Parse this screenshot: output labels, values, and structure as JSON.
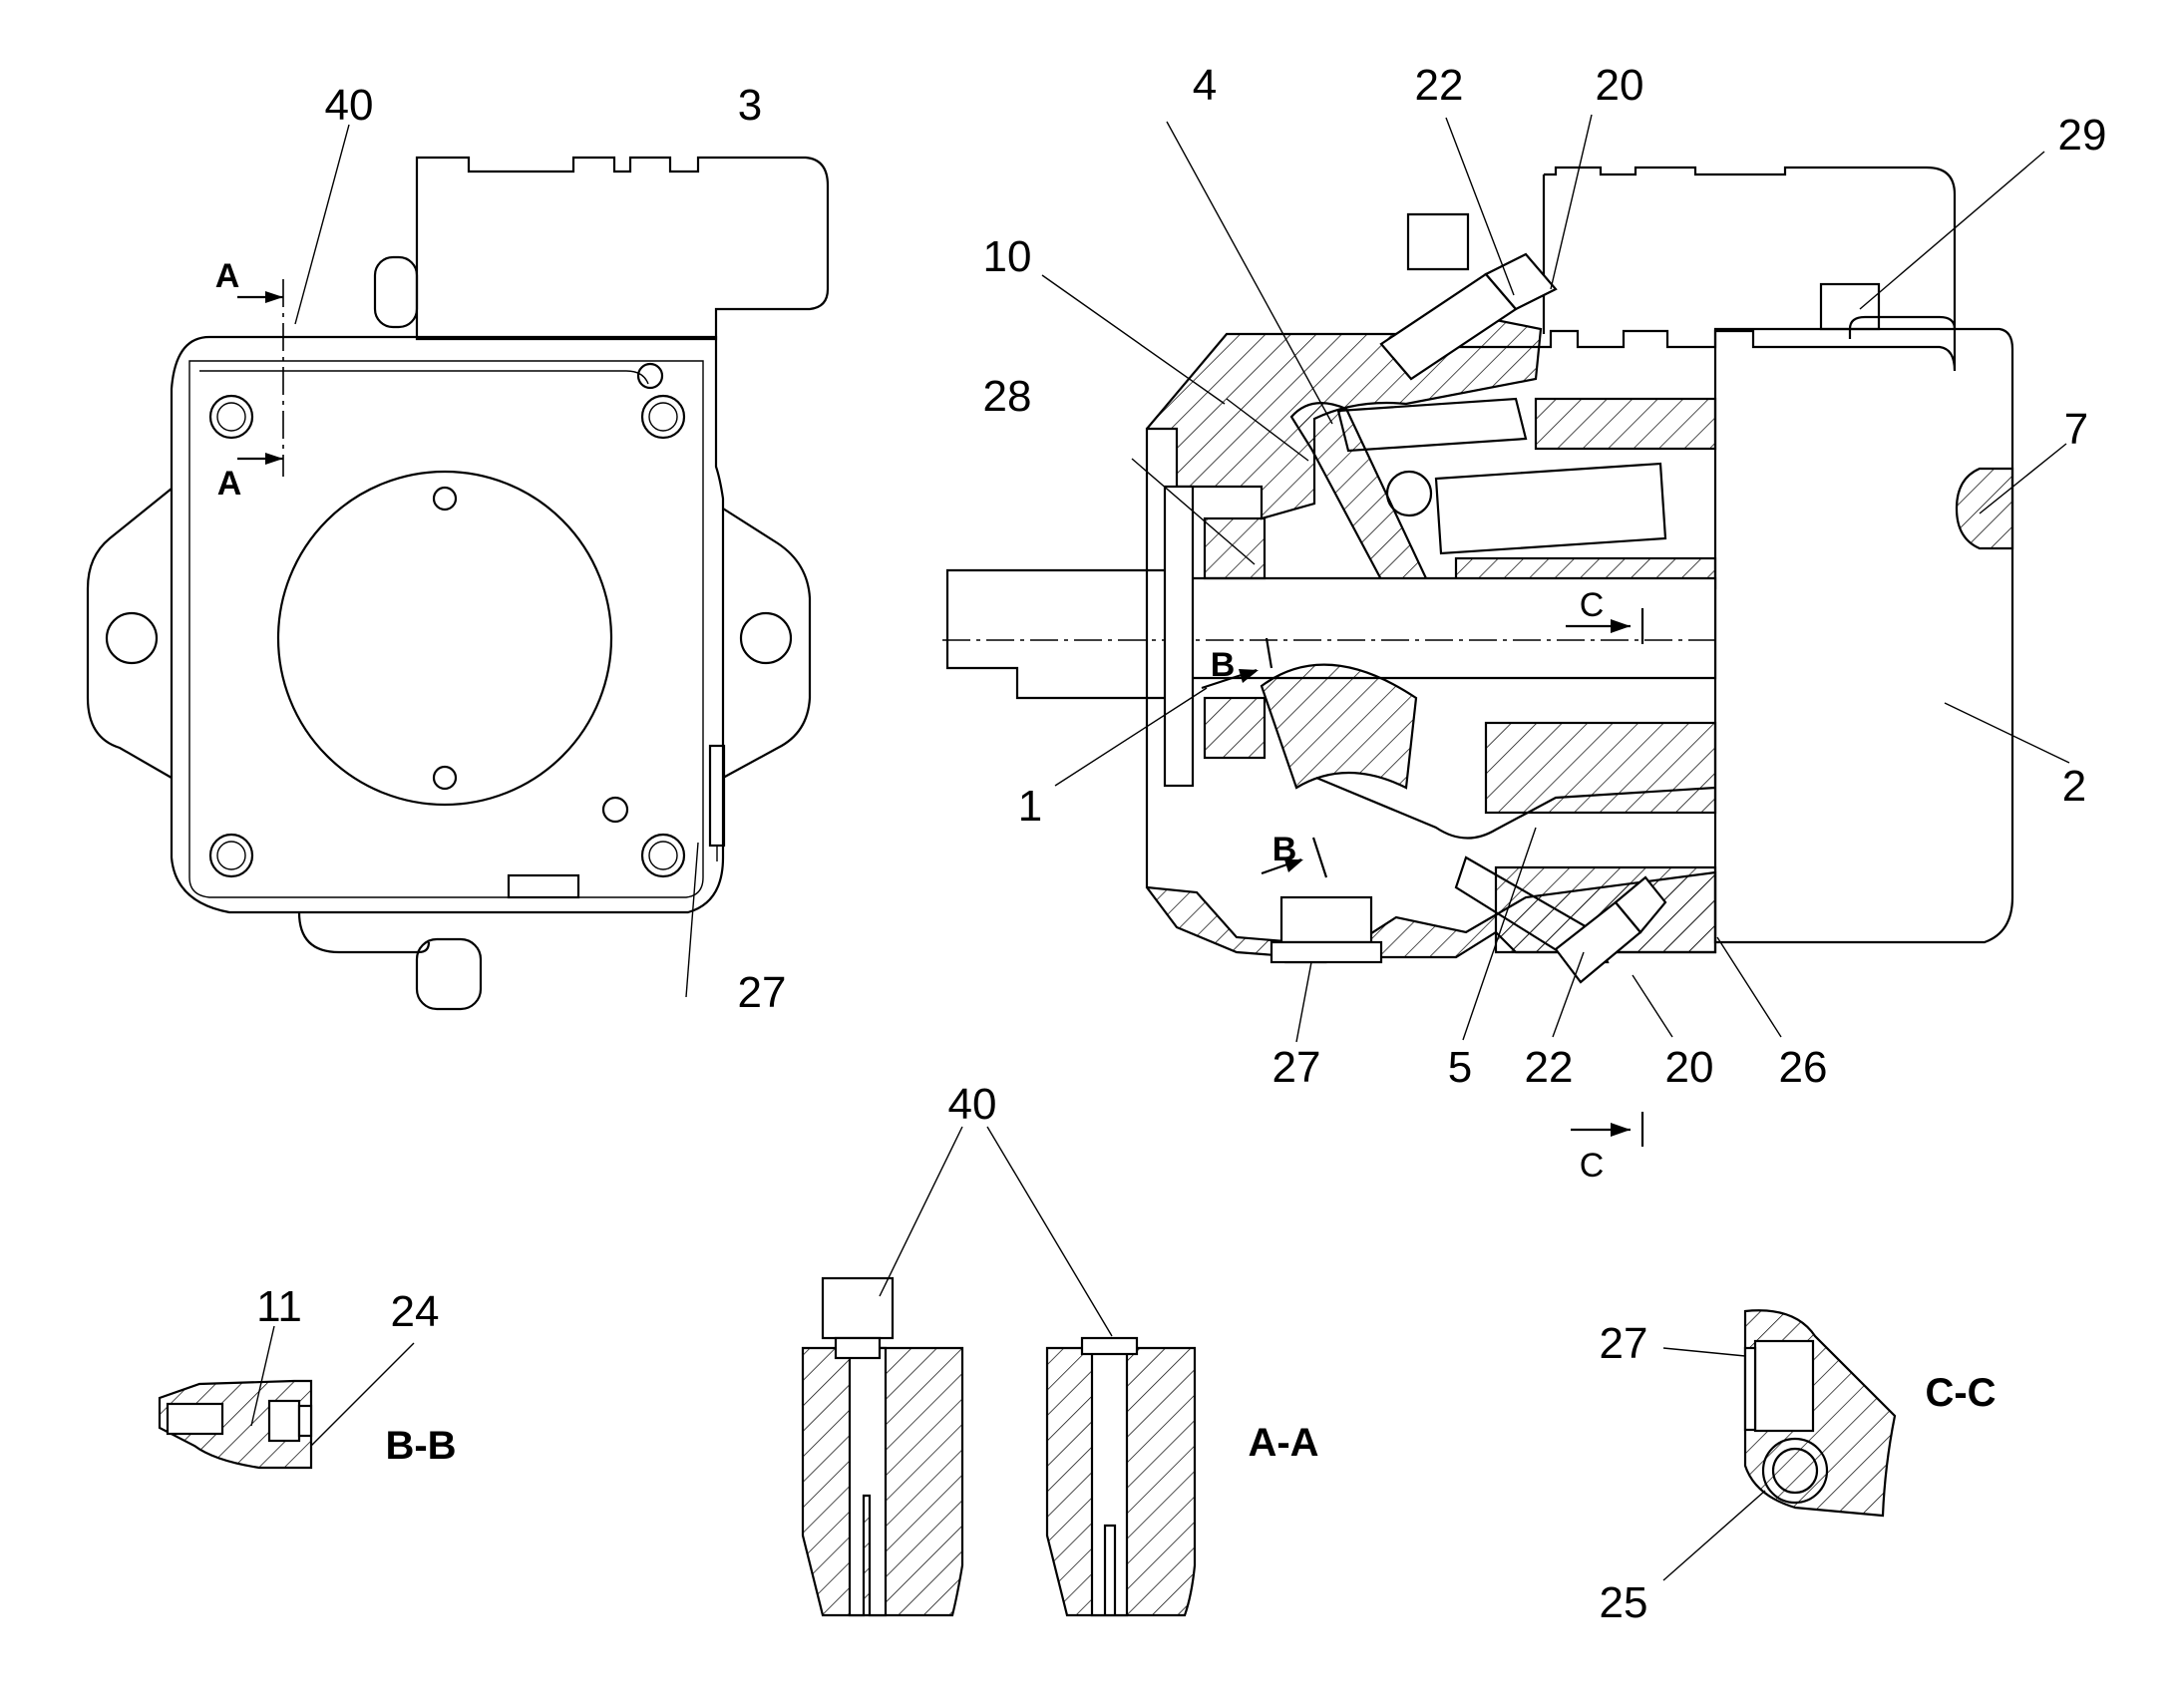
{
  "callouts": {
    "c40_top": "40",
    "c3": "3",
    "c27_left": "27",
    "c4": "4",
    "c22_top": "22",
    "c20_top": "20",
    "c29": "29",
    "c10": "10",
    "c28": "28",
    "c7": "7",
    "c1": "1",
    "c2": "2",
    "c27_mid": "27",
    "c5": "5",
    "c22_bot": "22",
    "c20_bot": "20",
    "c26": "26",
    "c40_bottom": "40",
    "c11": "11",
    "c24": "24",
    "c27_cc": "27",
    "c25": "25"
  },
  "section_arrows": {
    "a_upper": "A",
    "a_lower": "A",
    "b_upper": "B",
    "b_lower": "B",
    "c_upper": "C",
    "c_lower": "C"
  },
  "section_titles": {
    "bb": "B-B",
    "aa": "A-A",
    "cc": "C-C"
  }
}
